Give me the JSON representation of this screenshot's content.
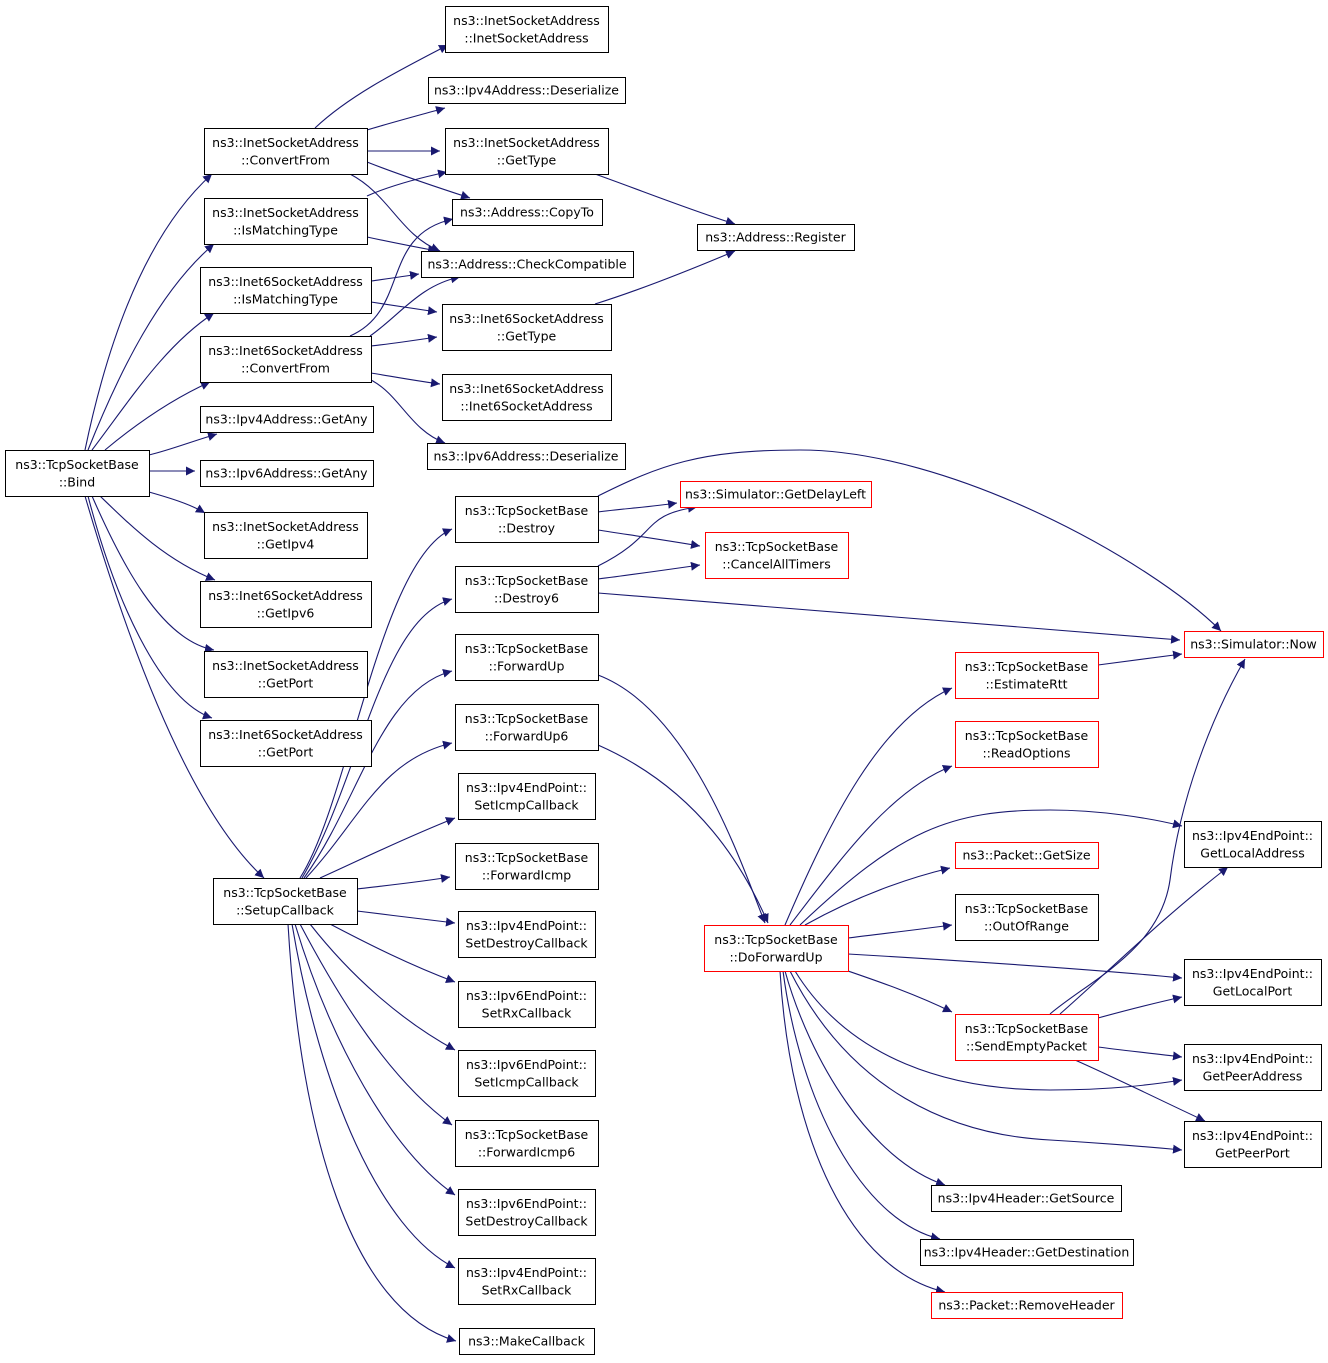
{
  "colors": {
    "edge": "#191970",
    "node_border": "#000000",
    "node_border_truncated": "#ff0000",
    "root_fill": "#bfbfbf",
    "node_fill": "#ffffff"
  },
  "nodes": [
    {
      "id": "bind",
      "lines": [
        "ns3::TcpSocketBase",
        "::Bind"
      ],
      "root": true
    },
    {
      "id": "isa_ctor",
      "lines": [
        "ns3::InetSocketAddress",
        "::InetSocketAddress"
      ]
    },
    {
      "id": "ipv4addr_deser",
      "lines": [
        "ns3::Ipv4Address::Deserialize"
      ]
    },
    {
      "id": "isa_convertfrom",
      "lines": [
        "ns3::InetSocketAddress",
        "::ConvertFrom"
      ]
    },
    {
      "id": "isa_gettype",
      "lines": [
        "ns3::InetSocketAddress",
        "::GetType"
      ]
    },
    {
      "id": "addr_copyto",
      "lines": [
        "ns3::Address::CopyTo"
      ]
    },
    {
      "id": "addr_register",
      "lines": [
        "ns3::Address::Register"
      ]
    },
    {
      "id": "isa_ismatching",
      "lines": [
        "ns3::InetSocketAddress",
        "::IsMatchingType"
      ]
    },
    {
      "id": "addr_checkcompat",
      "lines": [
        "ns3::Address::CheckCompatible"
      ]
    },
    {
      "id": "i6sa_ismatching",
      "lines": [
        "ns3::Inet6SocketAddress",
        "::IsMatchingType"
      ]
    },
    {
      "id": "i6sa_gettype",
      "lines": [
        "ns3::Inet6SocketAddress",
        "::GetType"
      ]
    },
    {
      "id": "i6sa_convertfrom",
      "lines": [
        "ns3::Inet6SocketAddress",
        "::ConvertFrom"
      ]
    },
    {
      "id": "i6sa_ctor",
      "lines": [
        "ns3::Inet6SocketAddress",
        "::Inet6SocketAddress"
      ]
    },
    {
      "id": "ipv4addr_getany",
      "lines": [
        "ns3::Ipv4Address::GetAny"
      ]
    },
    {
      "id": "ipv6addr_deser",
      "lines": [
        "ns3::Ipv6Address::Deserialize"
      ]
    },
    {
      "id": "ipv6addr_getany",
      "lines": [
        "ns3::Ipv6Address::GetAny"
      ]
    },
    {
      "id": "tsb_destroy",
      "lines": [
        "ns3::TcpSocketBase",
        "::Destroy"
      ]
    },
    {
      "id": "sim_getdelayleft",
      "lines": [
        "ns3::Simulator::GetDelayLeft"
      ],
      "truncated": true
    },
    {
      "id": "isa_getipv4",
      "lines": [
        "ns3::InetSocketAddress",
        "::GetIpv4"
      ]
    },
    {
      "id": "tsb_cancelalltimers",
      "lines": [
        "ns3::TcpSocketBase",
        "::CancelAllTimers"
      ],
      "truncated": true
    },
    {
      "id": "tsb_destroy6",
      "lines": [
        "ns3::TcpSocketBase",
        "::Destroy6"
      ]
    },
    {
      "id": "i6sa_getipv6",
      "lines": [
        "ns3::Inet6SocketAddress",
        "::GetIpv6"
      ]
    },
    {
      "id": "sim_now",
      "lines": [
        "ns3::Simulator::Now"
      ],
      "truncated": true
    },
    {
      "id": "tsb_forwardup",
      "lines": [
        "ns3::TcpSocketBase",
        "::ForwardUp"
      ]
    },
    {
      "id": "isa_getport",
      "lines": [
        "ns3::InetSocketAddress",
        "::GetPort"
      ]
    },
    {
      "id": "tsb_estimatertt",
      "lines": [
        "ns3::TcpSocketBase",
        "::EstimateRtt"
      ],
      "truncated": true
    },
    {
      "id": "tsb_forwardup6",
      "lines": [
        "ns3::TcpSocketBase",
        "::ForwardUp6"
      ]
    },
    {
      "id": "i6sa_getport",
      "lines": [
        "ns3::Inet6SocketAddress",
        "::GetPort"
      ]
    },
    {
      "id": "tsb_readoptions",
      "lines": [
        "ns3::TcpSocketBase",
        "::ReadOptions"
      ],
      "truncated": true
    },
    {
      "id": "ipv4ep_seticmp",
      "lines": [
        "ns3::Ipv4EndPoint::",
        "SetIcmpCallback"
      ]
    },
    {
      "id": "ipv4ep_getlocaladdr",
      "lines": [
        "ns3::Ipv4EndPoint::",
        "GetLocalAddress"
      ]
    },
    {
      "id": "pkt_getsize",
      "lines": [
        "ns3::Packet::GetSize"
      ],
      "truncated": true
    },
    {
      "id": "tsb_forwardicmp",
      "lines": [
        "ns3::TcpSocketBase",
        "::ForwardIcmp"
      ]
    },
    {
      "id": "tsb_setupcallback",
      "lines": [
        "ns3::TcpSocketBase",
        "::SetupCallback"
      ]
    },
    {
      "id": "tsb_outofrange",
      "lines": [
        "ns3::TcpSocketBase",
        "::OutOfRange"
      ]
    },
    {
      "id": "ipv4ep_setdestroy",
      "lines": [
        "ns3::Ipv4EndPoint::",
        "SetDestroyCallback"
      ]
    },
    {
      "id": "tsb_doforwardup",
      "lines": [
        "ns3::TcpSocketBase",
        "::DoForwardUp"
      ],
      "truncated": true
    },
    {
      "id": "ipv4ep_getlocalport",
      "lines": [
        "ns3::Ipv4EndPoint::",
        "GetLocalPort"
      ]
    },
    {
      "id": "ipv6ep_setrx",
      "lines": [
        "ns3::Ipv6EndPoint::",
        "SetRxCallback"
      ]
    },
    {
      "id": "tsb_sendempty",
      "lines": [
        "ns3::TcpSocketBase",
        "::SendEmptyPacket"
      ],
      "truncated": true
    },
    {
      "id": "ipv4ep_getpeeraddr",
      "lines": [
        "ns3::Ipv4EndPoint::",
        "GetPeerAddress"
      ]
    },
    {
      "id": "ipv6ep_seticmp",
      "lines": [
        "ns3::Ipv6EndPoint::",
        "SetIcmpCallback"
      ]
    },
    {
      "id": "ipv4ep_getpeerport",
      "lines": [
        "ns3::Ipv4EndPoint::",
        "GetPeerPort"
      ]
    },
    {
      "id": "tsb_forwardicmp6",
      "lines": [
        "ns3::TcpSocketBase",
        "::ForwardIcmp6"
      ]
    },
    {
      "id": "ipv4hdr_getsource",
      "lines": [
        "ns3::Ipv4Header::GetSource"
      ]
    },
    {
      "id": "ipv6ep_setdestroy",
      "lines": [
        "ns3::Ipv6EndPoint::",
        "SetDestroyCallback"
      ]
    },
    {
      "id": "ipv4hdr_getdest",
      "lines": [
        "ns3::Ipv4Header::GetDestination"
      ]
    },
    {
      "id": "ipv4ep_setrx",
      "lines": [
        "ns3::Ipv4EndPoint::",
        "SetRxCallback"
      ]
    },
    {
      "id": "pkt_removeheader",
      "lines": [
        "ns3::Packet::RemoveHeader"
      ],
      "truncated": true
    },
    {
      "id": "makecallback",
      "lines": [
        "ns3::MakeCallback"
      ]
    }
  ],
  "edges": [
    [
      "bind",
      "isa_convertfrom"
    ],
    [
      "bind",
      "isa_ismatching"
    ],
    [
      "bind",
      "i6sa_ismatching"
    ],
    [
      "bind",
      "i6sa_convertfrom"
    ],
    [
      "bind",
      "ipv4addr_getany"
    ],
    [
      "bind",
      "ipv6addr_getany"
    ],
    [
      "bind",
      "isa_getipv4"
    ],
    [
      "bind",
      "i6sa_getipv6"
    ],
    [
      "bind",
      "isa_getport"
    ],
    [
      "bind",
      "i6sa_getport"
    ],
    [
      "bind",
      "tsb_setupcallback"
    ],
    [
      "isa_convertfrom",
      "isa_ctor"
    ],
    [
      "isa_convertfrom",
      "ipv4addr_deser"
    ],
    [
      "isa_convertfrom",
      "isa_gettype"
    ],
    [
      "isa_convertfrom",
      "addr_copyto"
    ],
    [
      "isa_convertfrom",
      "addr_checkcompat"
    ],
    [
      "isa_gettype",
      "addr_register"
    ],
    [
      "isa_ismatching",
      "isa_gettype"
    ],
    [
      "isa_ismatching",
      "addr_checkcompat"
    ],
    [
      "i6sa_ismatching",
      "addr_checkcompat"
    ],
    [
      "i6sa_ismatching",
      "i6sa_gettype"
    ],
    [
      "i6sa_gettype",
      "addr_register"
    ],
    [
      "i6sa_convertfrom",
      "addr_copyto"
    ],
    [
      "i6sa_convertfrom",
      "addr_checkcompat"
    ],
    [
      "i6sa_convertfrom",
      "i6sa_gettype"
    ],
    [
      "i6sa_convertfrom",
      "i6sa_ctor"
    ],
    [
      "i6sa_convertfrom",
      "ipv6addr_deser"
    ],
    [
      "tsb_setupcallback",
      "tsb_destroy"
    ],
    [
      "tsb_setupcallback",
      "tsb_destroy6"
    ],
    [
      "tsb_setupcallback",
      "tsb_forwardup"
    ],
    [
      "tsb_setupcallback",
      "tsb_forwardup6"
    ],
    [
      "tsb_setupcallback",
      "ipv4ep_seticmp"
    ],
    [
      "tsb_setupcallback",
      "tsb_forwardicmp"
    ],
    [
      "tsb_setupcallback",
      "ipv4ep_setdestroy"
    ],
    [
      "tsb_setupcallback",
      "ipv6ep_setrx"
    ],
    [
      "tsb_setupcallback",
      "ipv6ep_seticmp"
    ],
    [
      "tsb_setupcallback",
      "tsb_forwardicmp6"
    ],
    [
      "tsb_setupcallback",
      "ipv6ep_setdestroy"
    ],
    [
      "tsb_setupcallback",
      "ipv4ep_setrx"
    ],
    [
      "tsb_setupcallback",
      "makecallback"
    ],
    [
      "tsb_destroy",
      "sim_getdelayleft"
    ],
    [
      "tsb_destroy",
      "tsb_cancelalltimers"
    ],
    [
      "tsb_destroy",
      "sim_now"
    ],
    [
      "tsb_destroy6",
      "sim_getdelayleft"
    ],
    [
      "tsb_destroy6",
      "tsb_cancelalltimers"
    ],
    [
      "tsb_destroy6",
      "sim_now"
    ],
    [
      "tsb_forwardup",
      "tsb_doforwardup"
    ],
    [
      "tsb_forwardup6",
      "tsb_doforwardup"
    ],
    [
      "tsb_doforwardup",
      "tsb_estimatertt"
    ],
    [
      "tsb_doforwardup",
      "tsb_readoptions"
    ],
    [
      "tsb_doforwardup",
      "ipv4ep_getlocaladdr"
    ],
    [
      "tsb_doforwardup",
      "pkt_getsize"
    ],
    [
      "tsb_doforwardup",
      "tsb_outofrange"
    ],
    [
      "tsb_doforwardup",
      "ipv4ep_getlocalport"
    ],
    [
      "tsb_doforwardup",
      "tsb_sendempty"
    ],
    [
      "tsb_doforwardup",
      "ipv4ep_getpeeraddr"
    ],
    [
      "tsb_doforwardup",
      "ipv4ep_getpeerport"
    ],
    [
      "tsb_doforwardup",
      "ipv4hdr_getsource"
    ],
    [
      "tsb_doforwardup",
      "ipv4hdr_getdest"
    ],
    [
      "tsb_doforwardup",
      "pkt_removeheader"
    ],
    [
      "tsb_estimatertt",
      "sim_now"
    ],
    [
      "tsb_sendempty",
      "sim_now"
    ],
    [
      "tsb_sendempty",
      "ipv4ep_getlocaladdr"
    ],
    [
      "tsb_sendempty",
      "ipv4ep_getlocalport"
    ],
    [
      "tsb_sendempty",
      "ipv4ep_getpeeraddr"
    ],
    [
      "tsb_sendempty",
      "ipv4ep_getpeerport"
    ]
  ]
}
